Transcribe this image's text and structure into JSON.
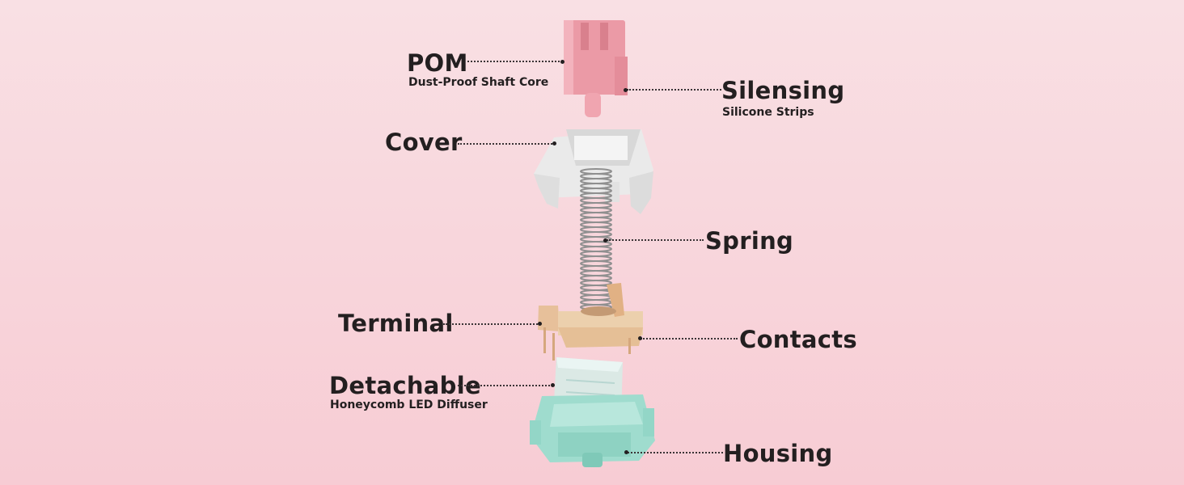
{
  "labels": {
    "pom": {
      "title": "POM",
      "subtitle": "Dust-Proof Shaft Core"
    },
    "silensing": {
      "title": "Silensing",
      "subtitle": "Silicone Strips"
    },
    "cover": {
      "title": "Cover"
    },
    "spring": {
      "title": "Spring"
    },
    "terminal": {
      "title": "Terminal"
    },
    "contacts": {
      "title": "Contacts"
    },
    "detachable": {
      "title": "Detachable",
      "subtitle": "Honeycomb LED Diffuser"
    },
    "housing": {
      "title": "Housing"
    }
  },
  "colors": {
    "background_top": "#f9e0e4",
    "background_bottom": "#f7ccd4",
    "stem": "#eb9aa6",
    "cover": "#eaeaea",
    "spring": "#9a9a9a",
    "contact": "#e8c9a4",
    "diffuser": "#d9ece9",
    "housing": "#9fdcce",
    "text": "#231f20"
  }
}
